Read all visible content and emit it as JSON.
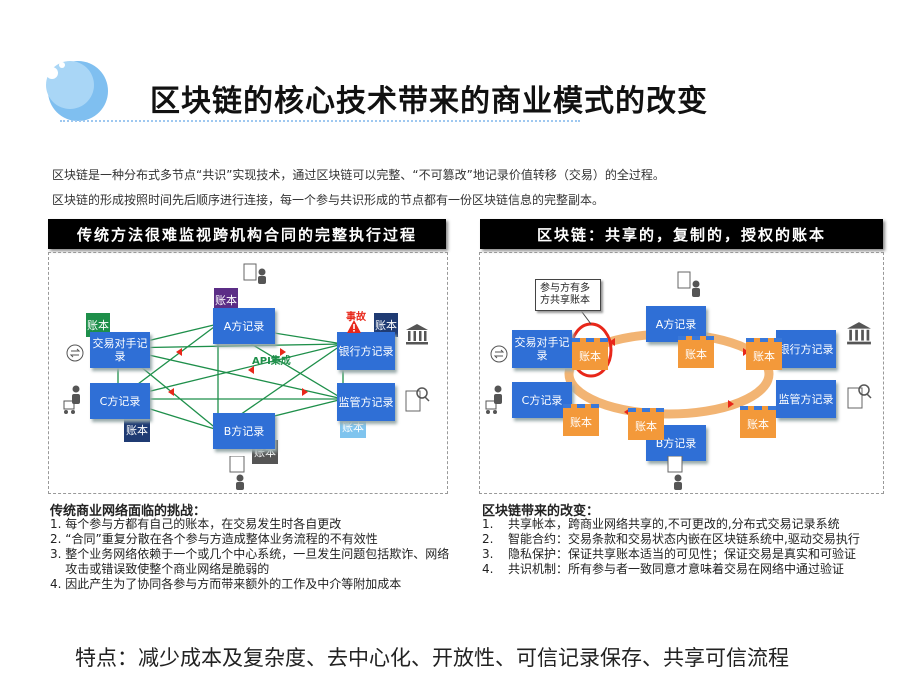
{
  "title": "区块链的核心技术带来的商业模式的改变",
  "intro": [
    "区块链是一种分布式多节点“共识”实现技术，通过区块链可以完整、“不可篡改”地记录价值转移（交易）的全过程。",
    "区块链的形成按照时间先后顺序进行连接，每一个参与共识形成的节点都有一份区块链信息的完整副本。"
  ],
  "left_panel": {
    "header": "传统方法很难监视跨机构合同的完整执行过程",
    "nodes": {
      "trade": "交易对手记录",
      "a": "A方记录",
      "bank": "银行方记录",
      "c": "C方记录",
      "b": "B方记录",
      "supervisor": "监管方记录"
    },
    "ledger_label": "账本",
    "api_label": "API集成",
    "accident_label": "事故",
    "challenges_title": "传统商业网络面临的挑战：",
    "challenges": [
      {
        "num": "1.",
        "text": "每个参与方都有自己的账本，在交易发生时各自更改"
      },
      {
        "num": "2.",
        "text": "“合同”重复分散在各个参与方造成整体业务流程的不有效性"
      },
      {
        "num": "3.",
        "text": "整个业务网络依赖于一个或几个中心系统，一旦发生问题包括欺诈、网络攻击或错误致使整个商业网络是脆弱的"
      },
      {
        "num": "4.",
        "text": "因此产生为了协同各参与方而带来额外的工作及中介等附加成本"
      }
    ]
  },
  "right_panel": {
    "header": "区块链：共享的，复制的，授权的账本",
    "callout": "参与方有多方共享账本",
    "nodes": {
      "trade": "交易对手记录",
      "a": "A方记录",
      "bank": "银行方记录",
      "c": "C方记录",
      "b": "B方记录",
      "supervisor": "监管方记录"
    },
    "ledger_label": "账本",
    "changes_title": "区块链带来的改变：",
    "changes": [
      {
        "num": "1.",
        "text": "共享帐本，跨商业网络共享的,不可更改的,分布式交易记录系统"
      },
      {
        "num": "2.",
        "text": "智能合约：交易条款和交易状态内嵌在区块链系统中,驱动交易执行"
      },
      {
        "num": "3.",
        "text": "隐私保护：保证共享账本适当的可见性；保证交易是真实和可验证"
      },
      {
        "num": "4.",
        "text": "共识机制：所有参与者一致同意才意味着交易在网络中通过验证"
      }
    ]
  },
  "footer": "特点：减少成本及复杂度、去中心化、开放性、可信记录保存、共享可信流程",
  "colors": {
    "record": "#2f6fd6",
    "ledger": "#f3993a",
    "ring": "#f0a75a",
    "highlight": "#e8271a"
  }
}
